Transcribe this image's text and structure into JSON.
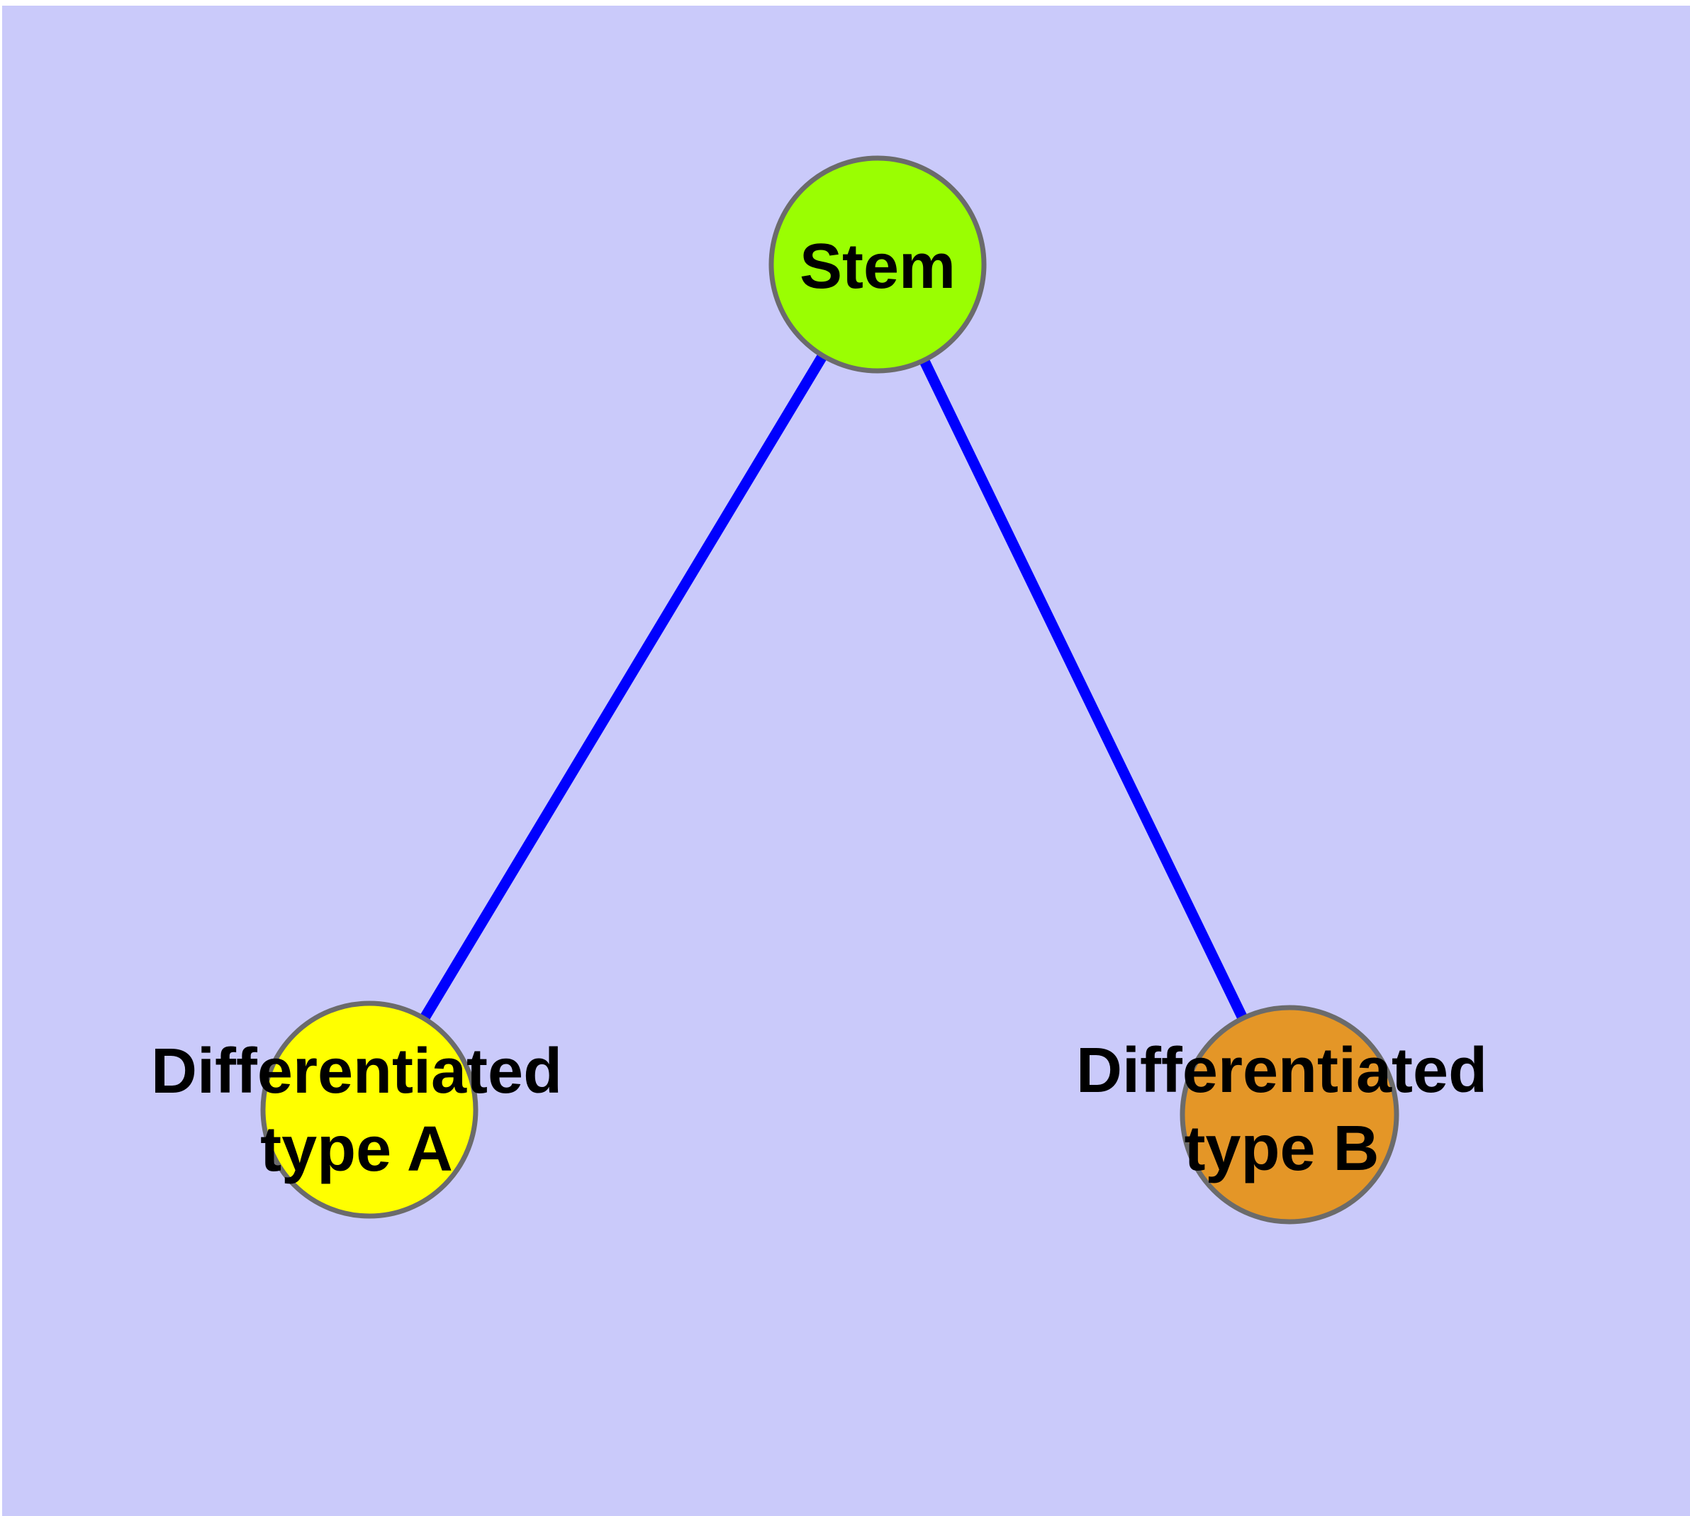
{
  "diagram": {
    "background_color": "#CACAFA",
    "page_margin_color": "#FFFFFF",
    "edge_color": "#0000FE",
    "node_border_color": "#6B6B6B",
    "label_color": "#000000",
    "nodes": [
      {
        "id": "stem",
        "label": "Stem",
        "label_lines": [
          "Stem"
        ],
        "color": "#9AFE02"
      },
      {
        "id": "differentiated-type-a",
        "label": "Differentiated type A",
        "label_lines": [
          "Differentiated",
          "type A"
        ],
        "color": "#FFFF00"
      },
      {
        "id": "differentiated-type-b",
        "label": "Differentiated type B",
        "label_lines": [
          "Differentiated",
          "type B"
        ],
        "color": "#E49627"
      }
    ],
    "edges": [
      {
        "from": "Stem",
        "to": "Differentiated type A"
      },
      {
        "from": "Stem",
        "to": "Differentiated type B"
      }
    ]
  }
}
